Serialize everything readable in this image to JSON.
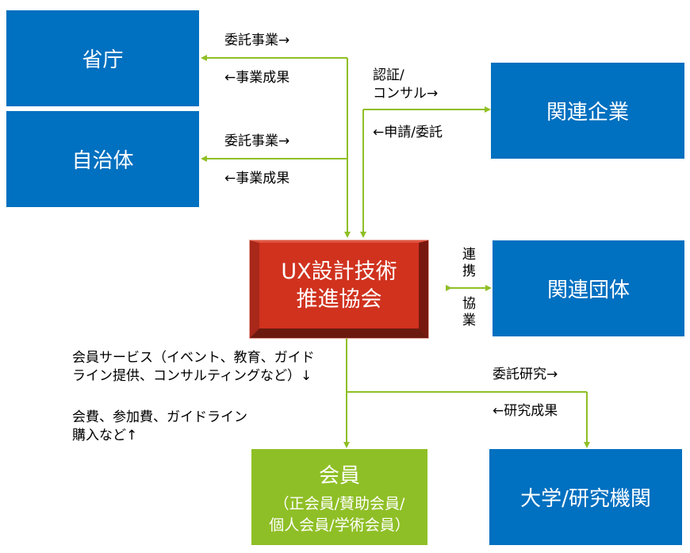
{
  "boxes": {
    "ministry": "省庁",
    "municipality": "自治体",
    "related_companies": "関連企業",
    "center": [
      "UX設計技術",
      "推進協会"
    ],
    "related_orgs": "関連団体",
    "members_title": "会員",
    "members_sub": [
      "（正会員/賛助会員/",
      "個人会員/学術会員）"
    ],
    "university": "大学/研究機関"
  },
  "labels": {
    "ministry_out": "委託事業→",
    "ministry_in": "←事業成果",
    "municipality_out": "委託事業→",
    "municipality_in": "←事業成果",
    "company_out": [
      "認証/",
      "コンサル→"
    ],
    "company_in": "←申請/委託",
    "org_top": [
      "連",
      "携"
    ],
    "org_bottom": [
      "協",
      "業"
    ],
    "member_service": [
      "会員サービス（イベント、教育、ガイド",
      "ライン提供、コンサルティングなど）↓"
    ],
    "member_fees": [
      "会費、参加費、ガイドライン",
      "購入など↑"
    ],
    "research_out": "委託研究→",
    "research_in": "←研究成果"
  },
  "colors": {
    "blue": "#0070c0",
    "red": "#d0321e",
    "green": "#8fbf26",
    "connector": "#8fbf26"
  }
}
